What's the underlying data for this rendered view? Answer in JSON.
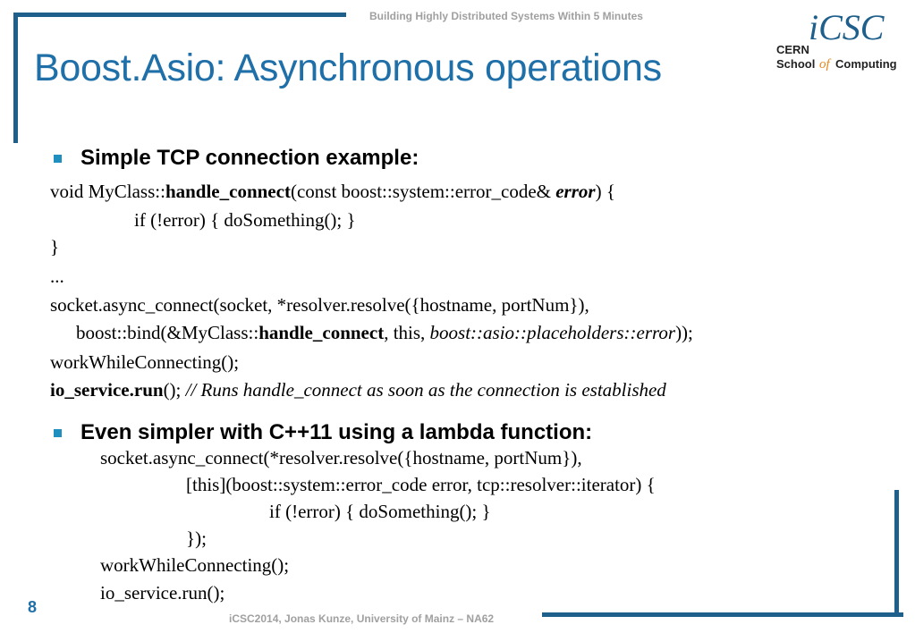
{
  "header": {
    "course_title": "Building Highly Distributed Systems Within 5 Minutes"
  },
  "slide": {
    "title": "Boost.Asio: Asynchronous operations"
  },
  "logo": {
    "mark": "iCSC",
    "line1": "CERN",
    "line2_a": "School",
    "line2_of": "of",
    "line2_b": "Computing"
  },
  "bullets": [
    {
      "label": "Simple TCP connection example:"
    },
    {
      "label": "Even simpler with C++11 using a lambda function:"
    }
  ],
  "code1": {
    "l1_a": "void MyClass::",
    "l1_b": "handle_connect",
    "l1_c": "(const boost::system::error_code& ",
    "l1_d": "error",
    "l1_e": ")  {",
    "l2": "if (!error) { doSomething(); }",
    "l3": "}",
    "l4": "...",
    "l5": "socket.async_connect(socket, *resolver.resolve({hostname, portNum}),",
    "l6_a": "boost::bind(&MyClass::",
    "l6_b": "handle_connect",
    "l6_c": ", this, ",
    "l6_d": "boost::asio::placeholders::error",
    "l6_e": "));",
    "l7": "workWhileConnecting();",
    "l8_a": "io_service.run",
    "l8_b": "(); ",
    "l8_c": "// Runs handle_connect as soon as the connection is established"
  },
  "code2": {
    "l1": "socket.async_connect(*resolver.resolve({hostname, portNum}),",
    "l2": "[this](boost::system::error_code error, tcp::resolver::iterator) {",
    "l3": "if (!error) { doSomething(); }",
    "l4": "});",
    "l5": "workWhileConnecting();",
    "l6": "io_service.run();"
  },
  "footer": {
    "page_number": "8",
    "credit": "iCSC2014, Jonas Kunze, University of Mainz – NA62"
  },
  "colors": {
    "accent_blue": "#1f6fa8",
    "frame_blue": "#1f5f8b",
    "bullet_blue": "#1f8fbf",
    "muted_gray": "#a0a0a0",
    "logo_orange": "#e8871e"
  }
}
